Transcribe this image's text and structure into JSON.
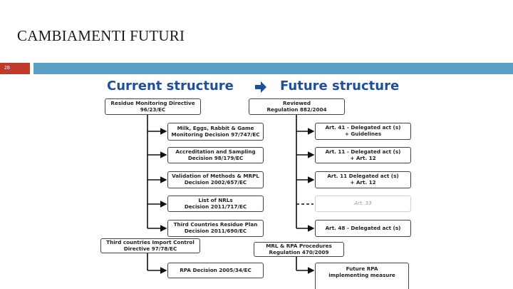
{
  "slide": {
    "title": "CAMBIAMENTI FUTURI",
    "number": "28"
  },
  "diagram": {
    "current_heading": "Current structure",
    "future_heading": "Future structure",
    "current_boxes": [
      {
        "id": "rmd",
        "line1": "Residue Monitoring Directive",
        "line2": "96/23/EC"
      },
      {
        "id": "milk",
        "line1": "Milk, Eggs, Rabbit & Game",
        "line2": "Monitoring Decision 97/747/EC"
      },
      {
        "id": "accr",
        "line1": "Accreditation and Sampling",
        "line2": "Decision 98/179/EC"
      },
      {
        "id": "valid",
        "line1": "Validation of Methods & MRPL",
        "line2": "Decision 2002/657/EC"
      },
      {
        "id": "nrl",
        "line1": "List of NRLs",
        "line2": "Decision 2011/717/EC"
      },
      {
        "id": "third",
        "line1": "Third Countries Residue Plan",
        "line2": "Decision 2011/690/EC"
      },
      {
        "id": "import",
        "line1": "Third countries Import Control",
        "line2": "Directive 97/78/EC"
      },
      {
        "id": "rpa",
        "line1": "RPA Decision 2005/34/EC",
        "line2": ""
      }
    ],
    "future_boxes": [
      {
        "id": "reviewed",
        "line1": "Reviewed",
        "line2": "Regulation 882/2004"
      },
      {
        "id": "art41",
        "line1": "Art. 41 - Delegated act (s)",
        "line2": "+ Guidelines"
      },
      {
        "id": "art11a",
        "line1": "Art. 11 - Delegated act (s)",
        "line2": "+ Art. 12"
      },
      {
        "id": "art11b",
        "line1": "Art. 11   Delegated act (s)",
        "line2": "+ Art. 12"
      },
      {
        "id": "art33",
        "line1": "Art. 33",
        "line2": ""
      },
      {
        "id": "art48",
        "line1": "Art. 48 - Delegated act (s)",
        "line2": ""
      },
      {
        "id": "mrl",
        "line1": "MRL & RPA Procedures",
        "line2": "Regulation 470/2009"
      },
      {
        "id": "futurerpa",
        "line1": "Future RPA",
        "line2": "implementing measure"
      }
    ]
  }
}
